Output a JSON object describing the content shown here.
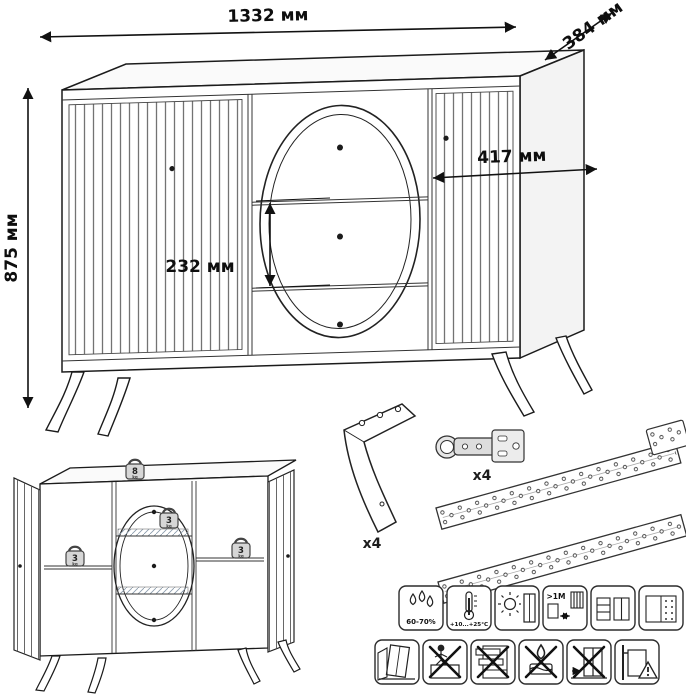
{
  "diagram": {
    "dim_width": "1332 мм",
    "dim_depth": "384 мм",
    "dim_height": "875 мм",
    "dim_inner": "417 мм",
    "dim_drawer": "232 мм"
  },
  "components": {
    "leg_label": "x4",
    "hinge_label": "x4"
  },
  "load_limits": {
    "top_value": "8",
    "shelf_value": "3",
    "unit": "kg"
  },
  "usage_icons": {
    "humidity": "60-70%",
    "temperature": "+10...+25°C",
    "radiator_distance": ">1M"
  }
}
